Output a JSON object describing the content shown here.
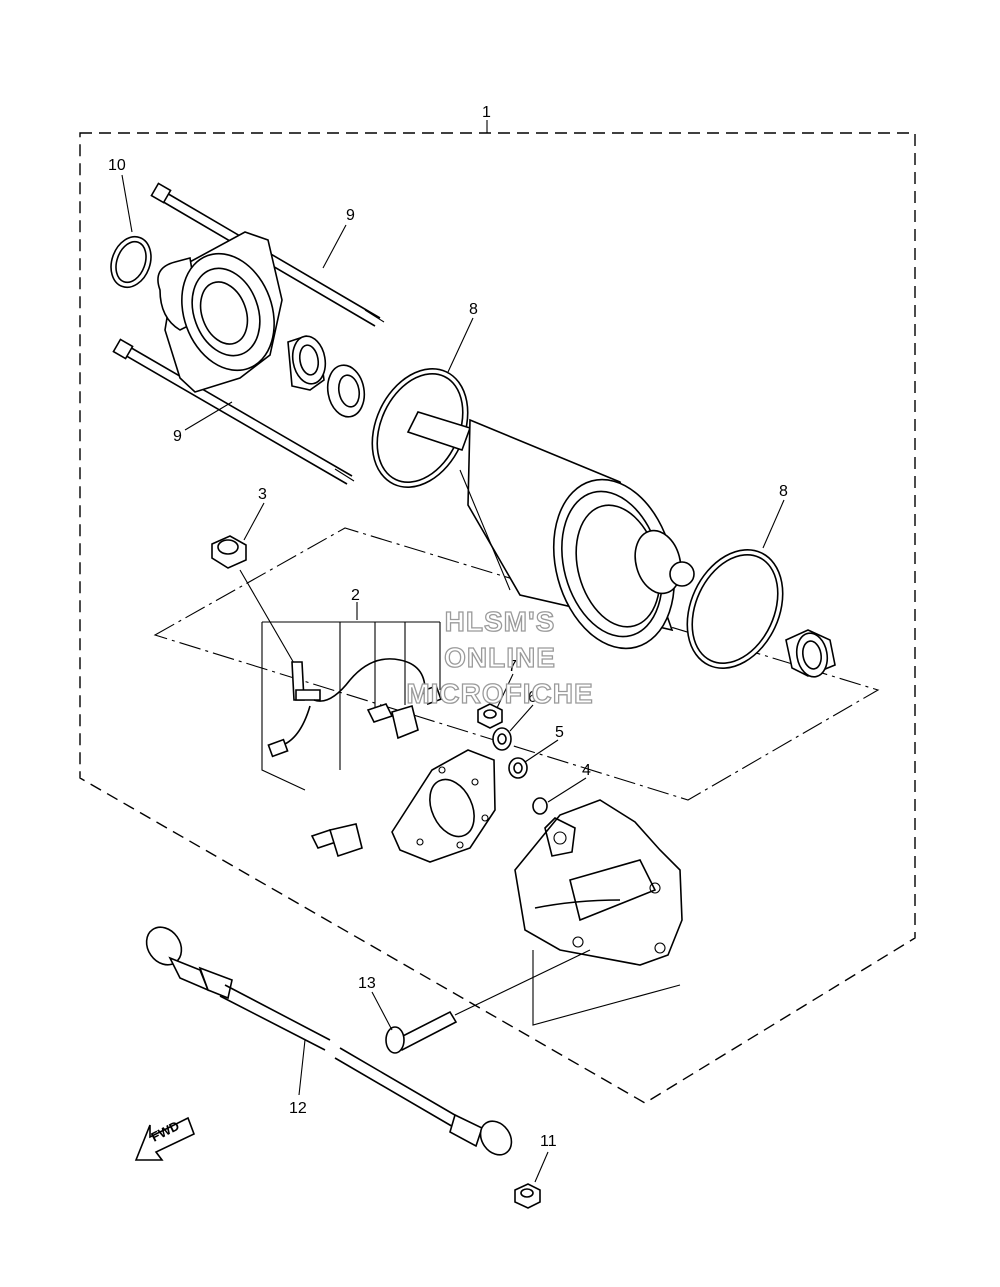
{
  "diagram": {
    "callouts": {
      "c1": "1",
      "c2": "2",
      "c3": "3",
      "c4": "4",
      "c5": "5",
      "c6": "6",
      "c7": "7",
      "c8a": "8",
      "c8b": "8",
      "c9a": "9",
      "c9b": "9",
      "c10": "10",
      "c11": "11",
      "c12": "12",
      "c13": "13"
    },
    "watermark": {
      "line1": "HLSM'S",
      "line2": "ONLINE",
      "line3": "MICROFICHE"
    },
    "direction_label": "FWD"
  }
}
